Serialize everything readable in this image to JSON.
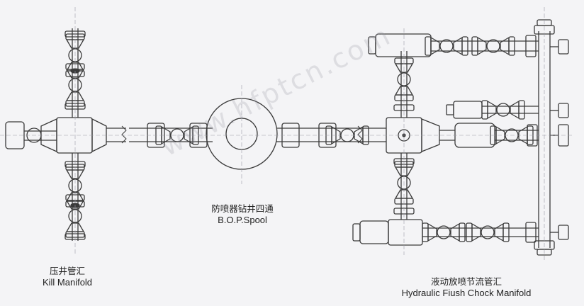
{
  "labels": {
    "kill_cn": "压井管汇",
    "kill_en": "Kill Manifold",
    "bop_cn": "防喷器钻井四通",
    "bop_en": "B.O.P.Spool",
    "choke_cn": "液动放喷节流管汇",
    "choke_en": "Hydraulic Fiush Chock Manifold"
  },
  "watermark": "www.hfptcn.com",
  "colors": {
    "line": "#3a3a3a",
    "background": "#f4f4f6",
    "text": "#222222"
  }
}
